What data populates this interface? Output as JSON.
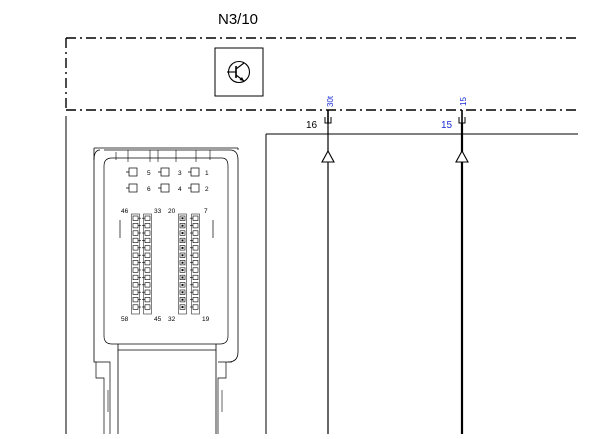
{
  "component": {
    "id": "N3/10",
    "symbol": "transistor-icon"
  },
  "pins": [
    {
      "number": "16",
      "label": "30t",
      "number_color": "#000000",
      "label_color": "#1a2bd8"
    },
    {
      "number": "15",
      "label": "15",
      "number_color": "#1a2bd8",
      "label_color": "#1a2bd8"
    }
  ],
  "connector": {
    "small_pins": [
      "5",
      "3",
      "1",
      "6",
      "4",
      "2"
    ],
    "column_top_numbers": [
      "46",
      "33",
      "20",
      "7"
    ],
    "column_bottom_numbers": [
      "58",
      "45",
      "32",
      "19"
    ]
  },
  "colors": {
    "line": "#000000",
    "accent_blue": "#1a2bd8"
  }
}
